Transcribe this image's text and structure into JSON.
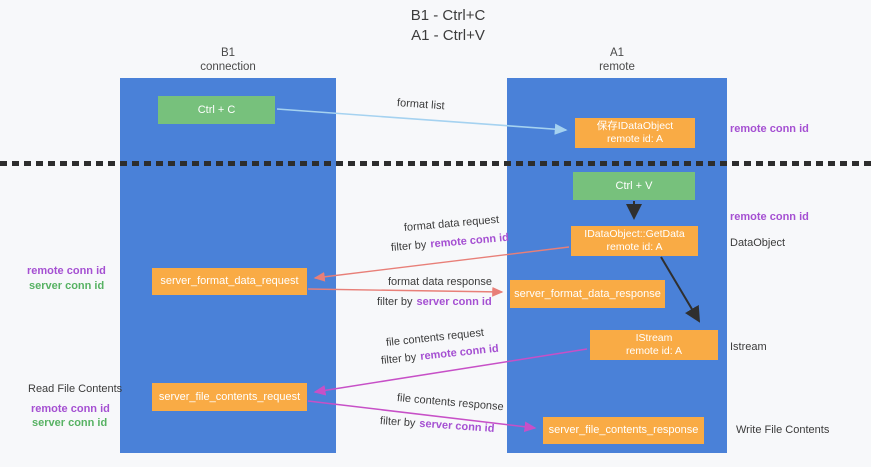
{
  "title": {
    "line1": "B1 - Ctrl+C",
    "line2": "A1 - Ctrl+V"
  },
  "columns": {
    "left": {
      "name": "B1",
      "role": "connection"
    },
    "right": {
      "name": "A1",
      "role": "remote"
    }
  },
  "boxes": {
    "ctrl_c": {
      "label": "Ctrl + C"
    },
    "ctrl_v": {
      "label": "Ctrl + V"
    },
    "save_idataobject": {
      "line1": "保存IDataObject",
      "line2": "remote id: A"
    },
    "getdata": {
      "line1": "IDataObject::GetData",
      "line2": "remote id: A"
    },
    "istream": {
      "line1": "IStream",
      "line2": "remote id: A"
    },
    "format_request": {
      "label": "server_format_data_request"
    },
    "format_response": {
      "label": "server_format_data_response"
    },
    "file_request": {
      "label": "server_file_contents_request"
    },
    "file_response": {
      "label": "server_file_contents_response"
    }
  },
  "annotations": {
    "format_list": "format list",
    "format_data_request": "format data request",
    "format_data_response": "format data response",
    "file_contents_request": "file contents request",
    "file_contents_response": "file contents response",
    "filter_by": "filter by",
    "remote_conn_id": "remote conn id",
    "server_conn_id": "server conn id"
  },
  "side_labels": {
    "remote_conn_id": "remote conn id",
    "server_conn_id": "server conn id",
    "dataobject": "DataObject",
    "istream": "Istream",
    "read_file_contents": "Read File Contents",
    "write_file_contents": "Write File Contents"
  },
  "colors": {
    "column_blue": "#4a81d8",
    "box_green": "#77c17c",
    "box_orange": "#f9ab45",
    "arrow_lightblue": "#a5d2f0",
    "arrow_red": "#e87f78",
    "arrow_magenta": "#c750c7",
    "arrow_black": "#2f2f2f",
    "label_purple": "#a550d2",
    "label_green": "#57b263"
  }
}
